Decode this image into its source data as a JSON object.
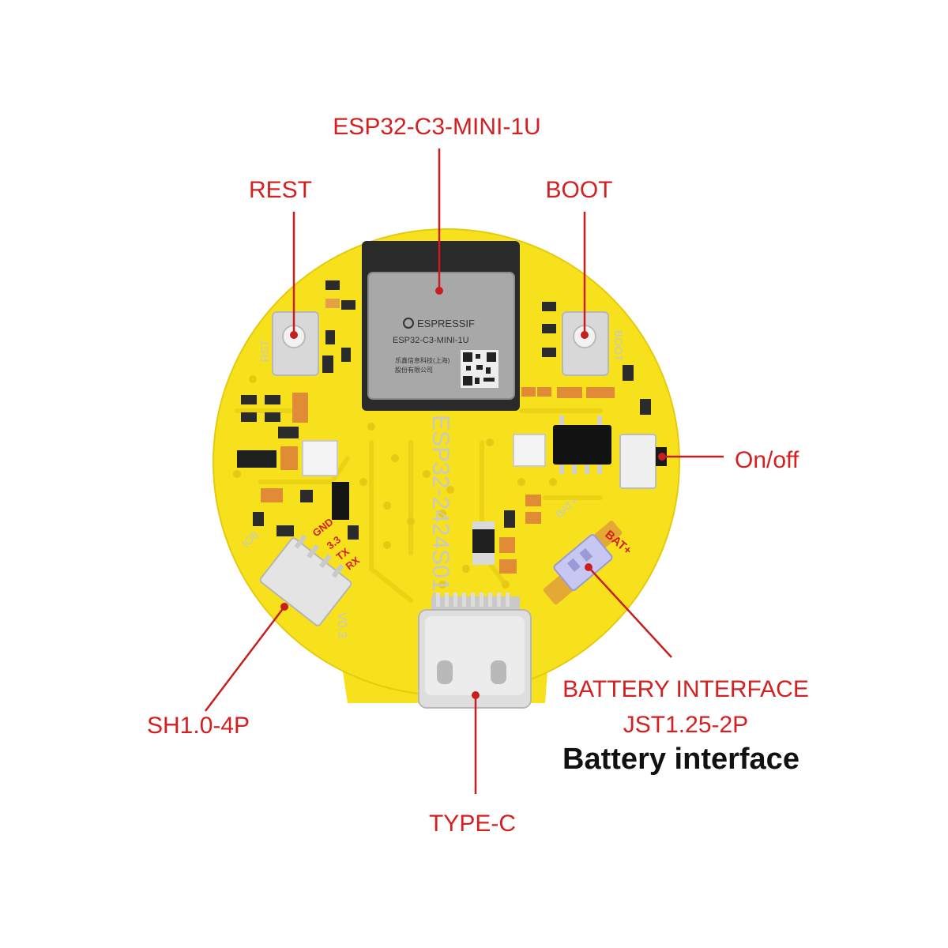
{
  "title": "ESP32-C3-MINI-1U",
  "labels": {
    "module": "ESP32-C3-MINI-1U",
    "reset": "REST",
    "boot": "BOOT",
    "power_switch": "On/off",
    "sh_connector": "SH1.0-4P",
    "type_c": "TYPE-C",
    "battery_interface": "BATTERY INTERFACE",
    "battery_connector": "JST1.25-2P",
    "battery_caption": "Battery interface"
  },
  "board": {
    "module_brand": "ESPRESSIF",
    "module_model": "ESP32-C3-MINI-1U",
    "module_maker_line1": "乐鑫信息科技(上海)",
    "module_maker_line2": "股份有限公司",
    "board_name": "ESP32-2424S012",
    "version": "V0.3",
    "silk_rst": "RST",
    "silk_boot": "BOOT",
    "silk_gnd": "GND",
    "silk_33": "3.3",
    "silk_tx": "TX",
    "silk_rx": "RX",
    "silk_bat_plus": "BAT+",
    "silk_bat_plus_2": "BAT+",
    "silk_io8": "IO8"
  },
  "colors": {
    "pcb": "#f7e11c",
    "label_red": "#d42020",
    "leader_line": "#c81e1e",
    "module_shield": "#a8a8a8",
    "antenna_area": "#2a2a2a",
    "caption_black": "#111111"
  }
}
